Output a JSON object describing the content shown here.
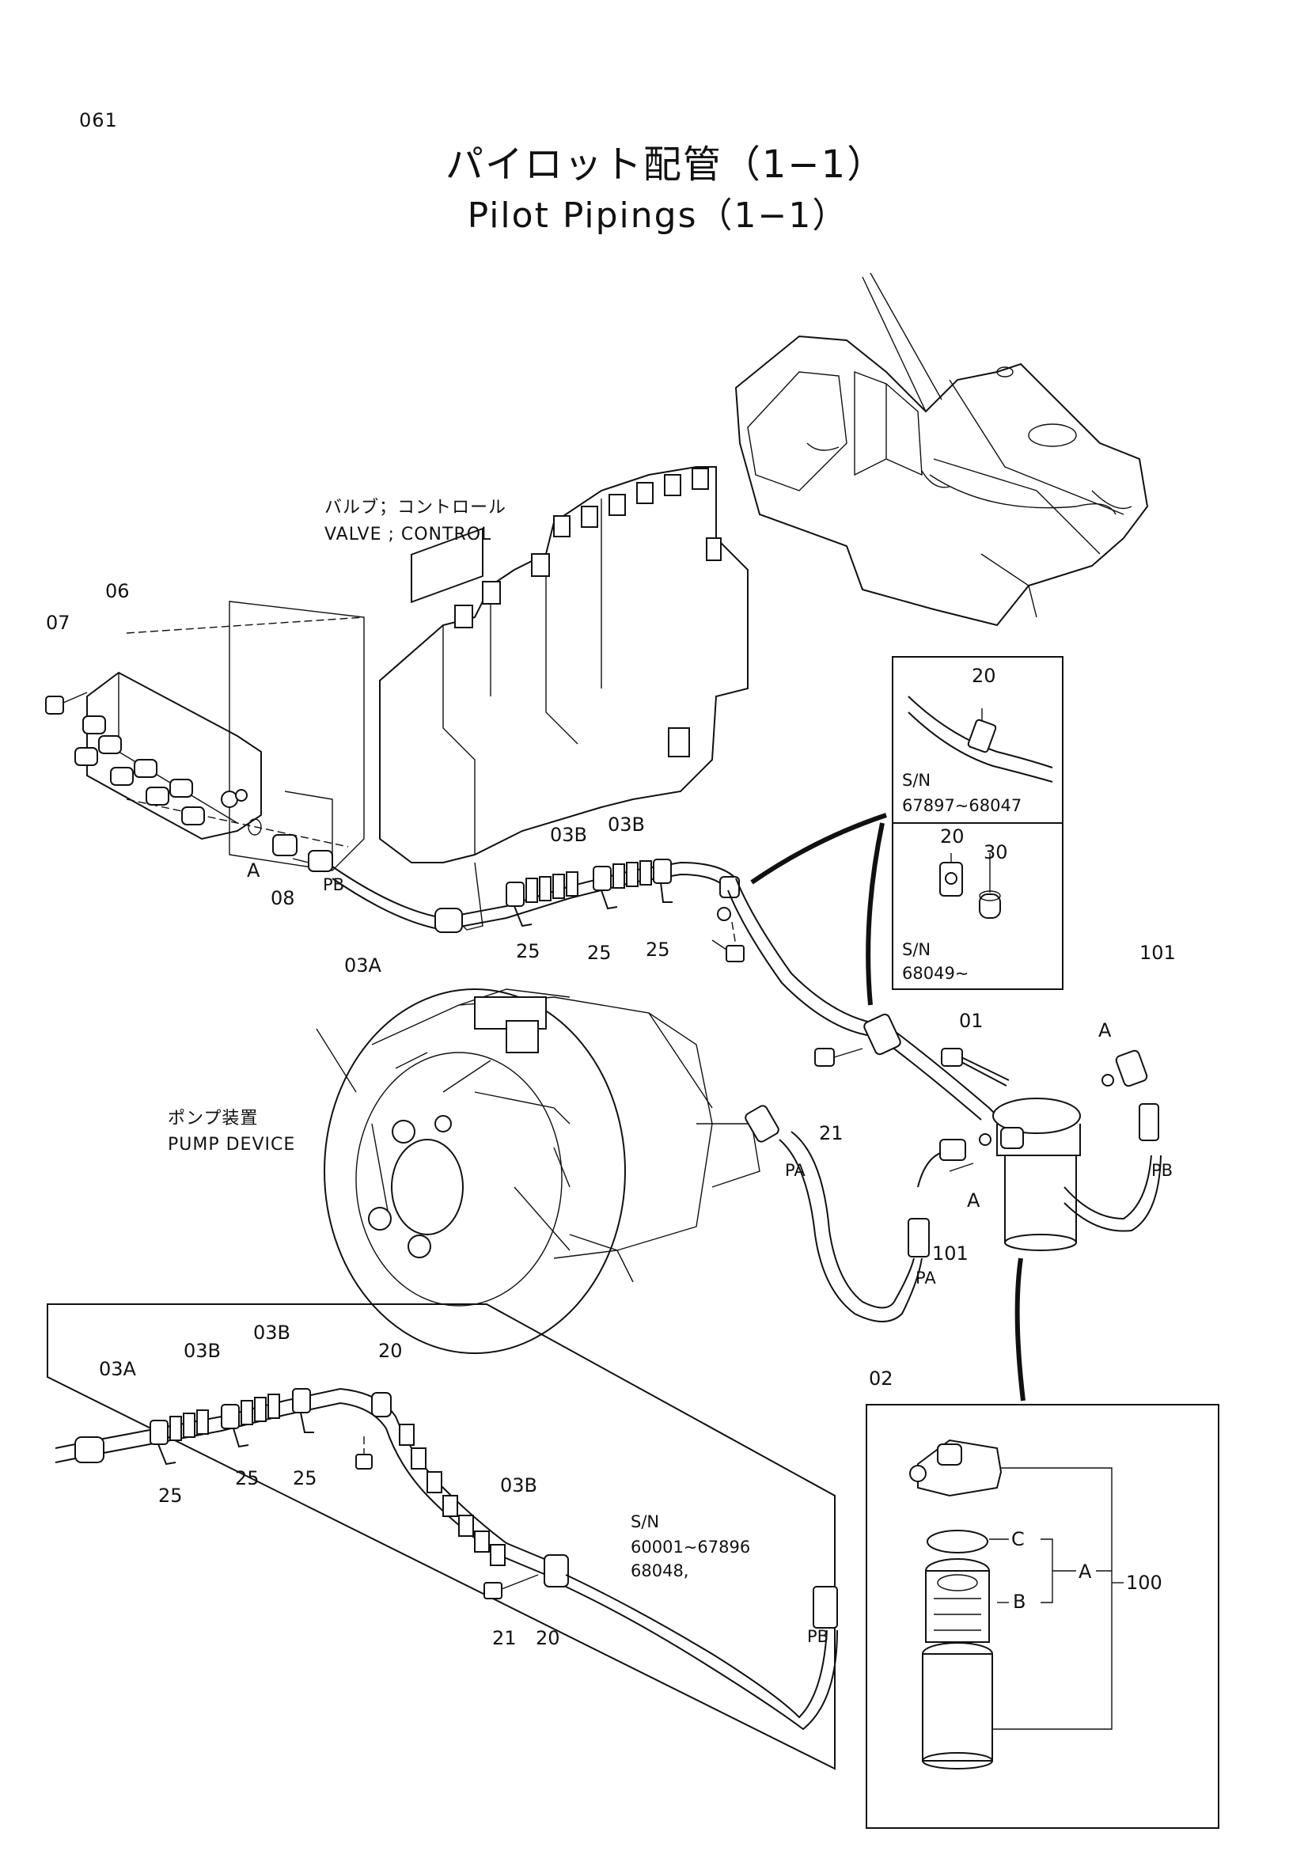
{
  "page_number": "061",
  "title": {
    "japanese": "パイロット配管（1−1）",
    "english": "Pilot Pipings（1−1）"
  },
  "assemblies": {
    "valve_control_jp": "バルブ；コントロール",
    "valve_control_en": "VALVE ; CONTROL",
    "pump_device_jp": "ポンプ装置",
    "pump_device_en": "PUMP DEVICE"
  },
  "callouts": {
    "c07": "07",
    "c06": "06",
    "cA1": "A",
    "c08": "08",
    "cPB1": "PB",
    "c03A": "03A",
    "c03B_1": "03B",
    "c03B_2": "03B",
    "c25_1": "25",
    "c25_2": "25",
    "c25_3": "25",
    "c21": "21",
    "c01": "01",
    "c101_top": "101",
    "cA2": "A",
    "cPB2": "PB",
    "cPA1": "PA",
    "cA3": "A",
    "c101_bot": "101",
    "cPA2": "PA",
    "c02": "02"
  },
  "detail_upper": {
    "part_20": "20",
    "sn_label": "S/N",
    "sn_range": "67897∼68047"
  },
  "detail_lower": {
    "part_20": "20",
    "part_30": "30",
    "sn_label": "S/N",
    "sn_range": "68049∼"
  },
  "inset": {
    "c03A": "03A",
    "c03B_1": "03B",
    "c03B_2": "03B",
    "c20_top": "20",
    "c25_1": "25",
    "c25_2": "25",
    "c25_3": "25",
    "c03B_3": "03B",
    "c21": "21",
    "c20_bot": "20",
    "cPB": "PB",
    "sn_label": "S/N",
    "sn_range": "60001∼67896",
    "sn_extra": "68048,"
  },
  "filter_kit": {
    "cC": "C",
    "cB": "B",
    "cA": "A",
    "c100": "100"
  }
}
